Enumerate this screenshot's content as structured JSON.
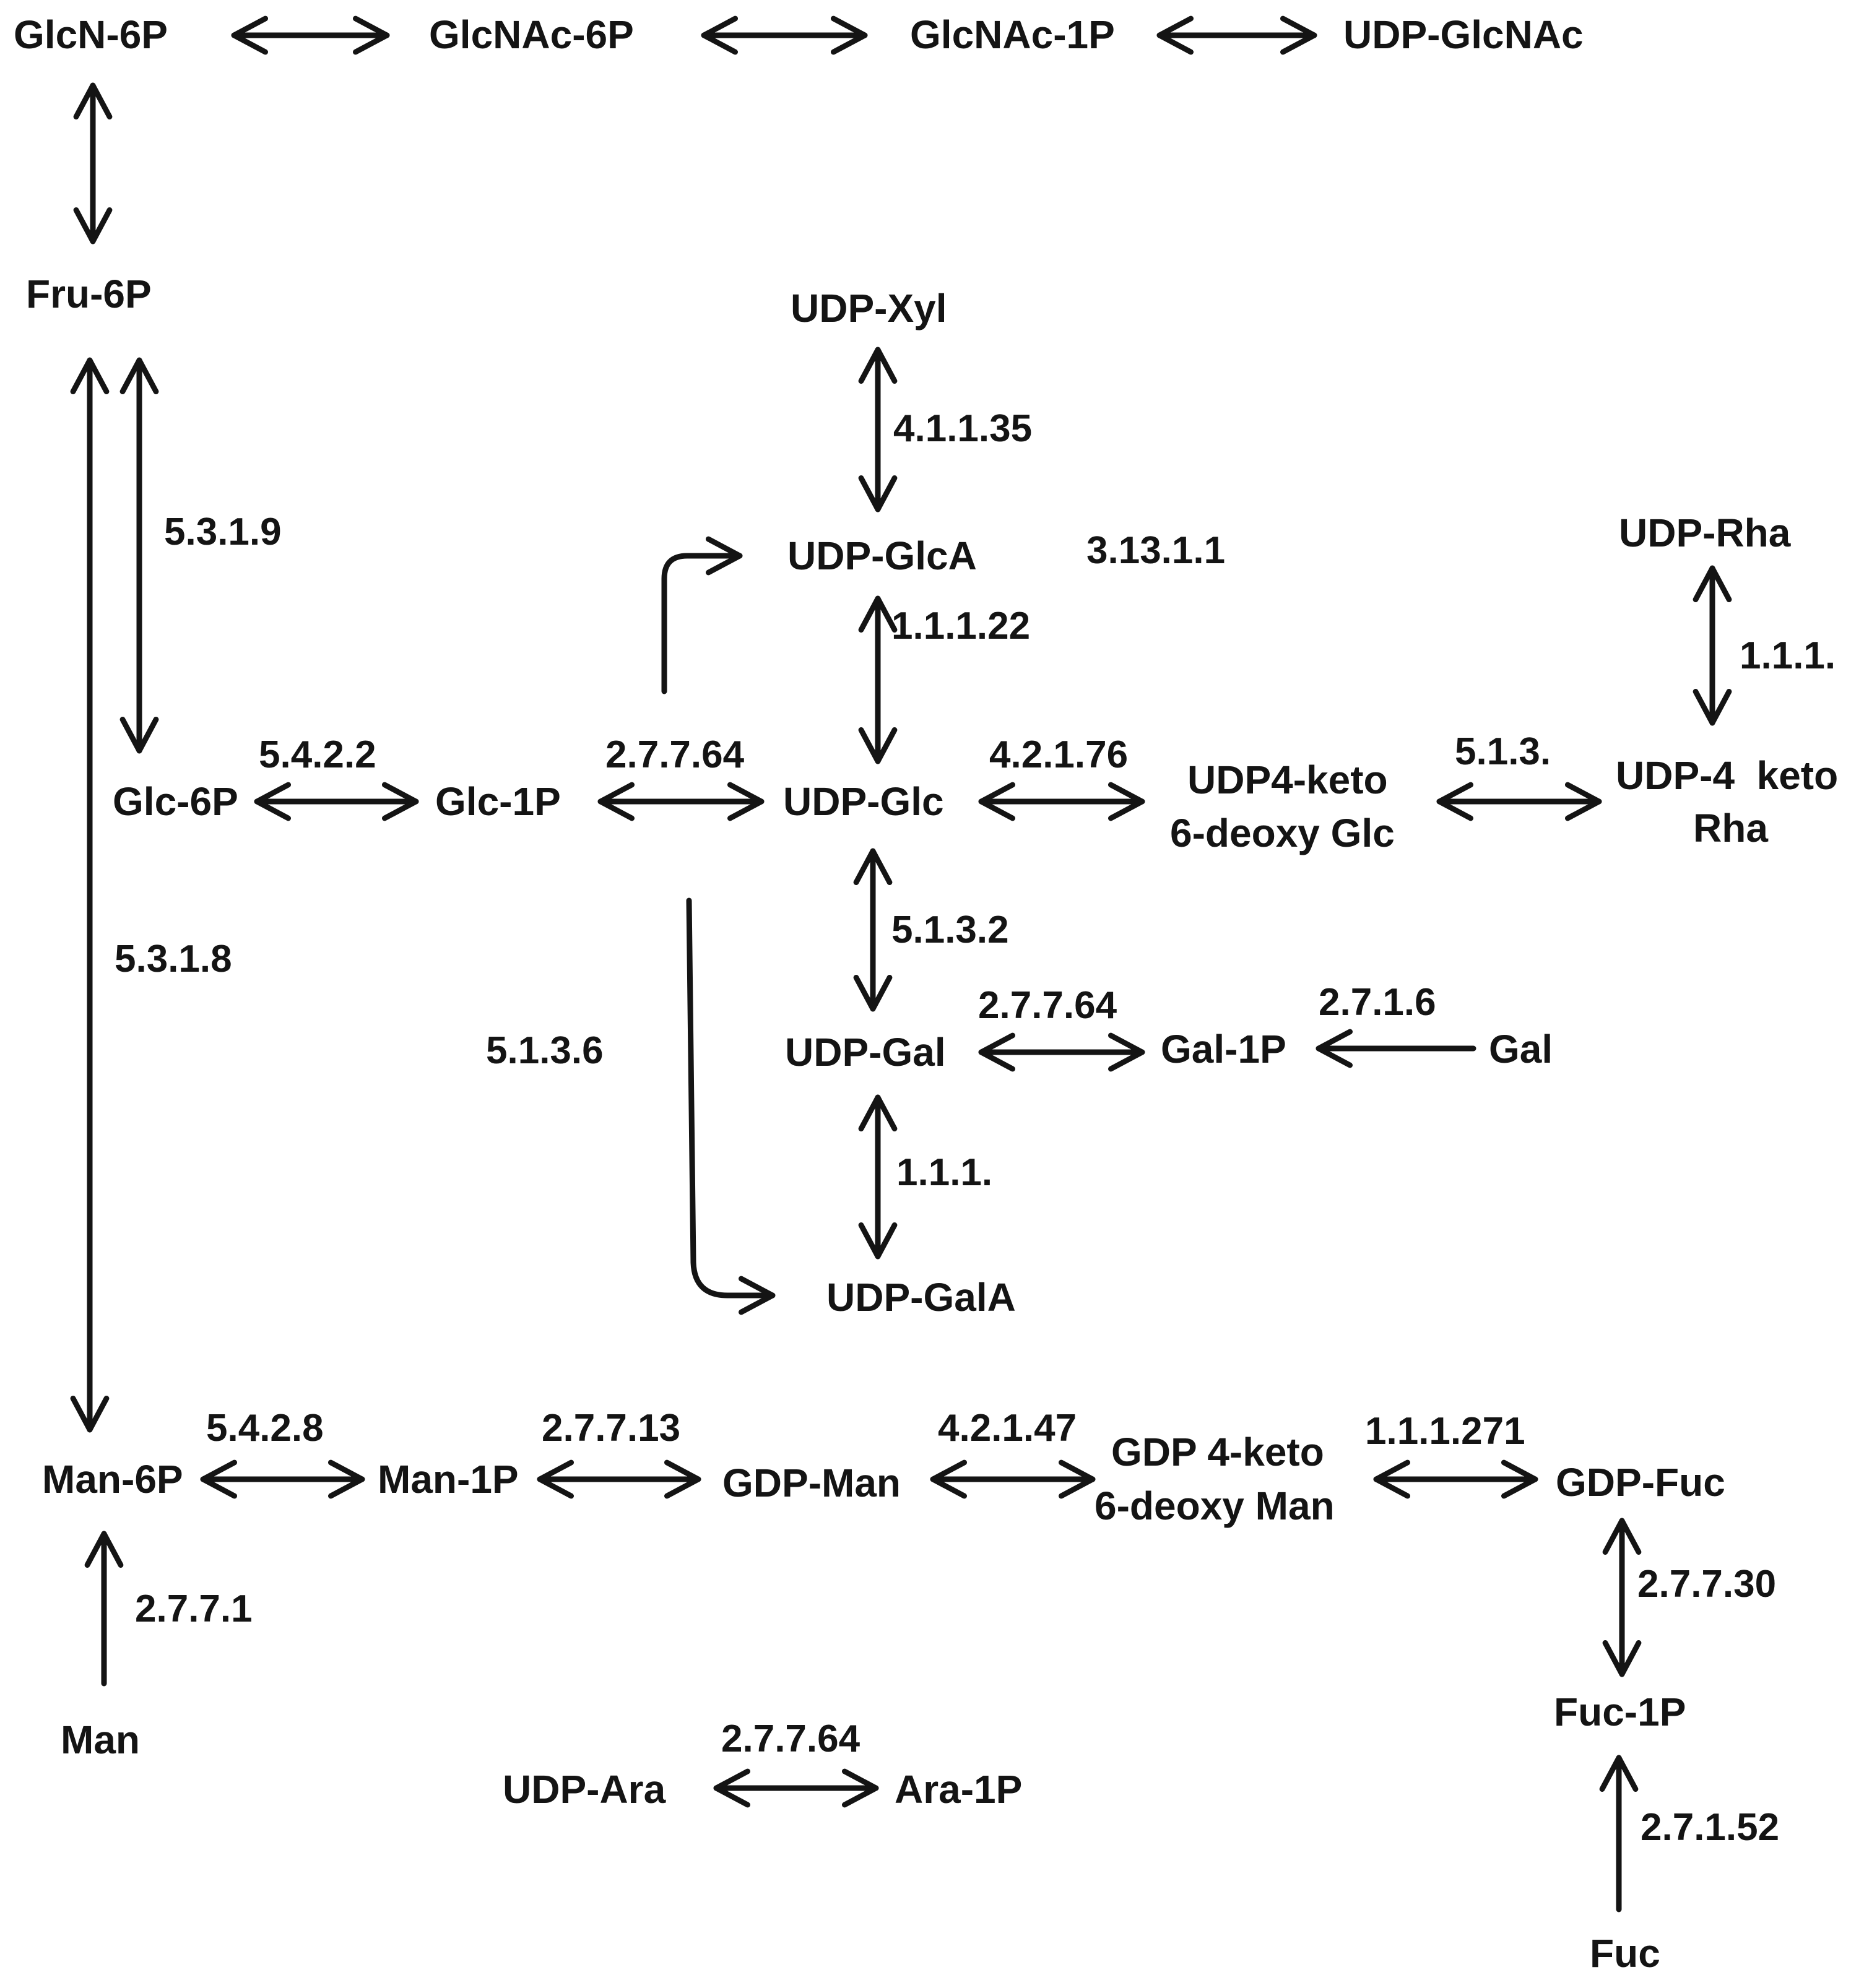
{
  "nodes": {
    "glcn6p": "GlcN-6P",
    "glcnac6p": "GlcNAc-6P",
    "glcnac1p": "GlcNAc-1P",
    "udpglcnac": "UDP-GlcNAc",
    "fru6p": "Fru-6P",
    "udpxyl": "UDP-Xyl",
    "udpglca": "UDP-GlcA",
    "udprha": "UDP-Rha",
    "glc6p": "Glc-6P",
    "glc1p": "Glc-1P",
    "udpglc": "UDP-Glc",
    "udp4keto_glc_l1": "UDP4-keto",
    "udp4keto_glc_l2": "6-deoxy Glc",
    "udp4keto_rha_l1": "UDP-4  keto",
    "udp4keto_rha_l2": "Rha",
    "udpgal": "UDP-Gal",
    "gal1p": "Gal-1P",
    "gal": "Gal",
    "udpgala": "UDP-GalA",
    "man6p": "Man-6P",
    "man1p": "Man-1P",
    "gdpman": "GDP-Man",
    "gdp4keto_l1": "GDP 4-keto",
    "gdp4keto_l2": "6-deoxy Man",
    "gdpfuc": "GDP-Fuc",
    "man": "Man",
    "fuc1p": "Fuc-1P",
    "udpara": "UDP-Ara",
    "ara1p": "Ara-1P",
    "fuc": "Fuc"
  },
  "enzymes": {
    "ec_4_1_1_35": "4.1.1.35",
    "ec_5_3_1_9": "5.3.1.9",
    "ec_3_13_1_1": "3.13.1.1",
    "ec_1_1_1_22": "1.1.1.22",
    "ec_1_1_1_rha": "1.1.1.",
    "ec_5_4_2_2": "5.4.2.2",
    "ec_2_7_7_64_glc": "2.7.7.64",
    "ec_4_2_1_76": "4.2.1.76",
    "ec_5_1_3": "5.1.3.",
    "ec_5_3_1_8": "5.3.1.8",
    "ec_5_1_3_2": "5.1.3.2",
    "ec_2_7_7_64_gal": "2.7.7.64",
    "ec_2_7_1_6": "2.7.1.6",
    "ec_5_1_3_6": "5.1.3.6",
    "ec_1_1_1_gal": "1.1.1.",
    "ec_5_4_2_8": "5.4.2.8",
    "ec_2_7_7_13": "2.7.7.13",
    "ec_4_2_1_47": "4.2.1.47",
    "ec_1_1_1_271": "1.1.1.271",
    "ec_2_7_7_1": "2.7.7.1",
    "ec_2_7_7_30": "2.7.7.30",
    "ec_2_7_7_64_ara": "2.7.7.64",
    "ec_2_7_1_52": "2.7.1.52"
  }
}
